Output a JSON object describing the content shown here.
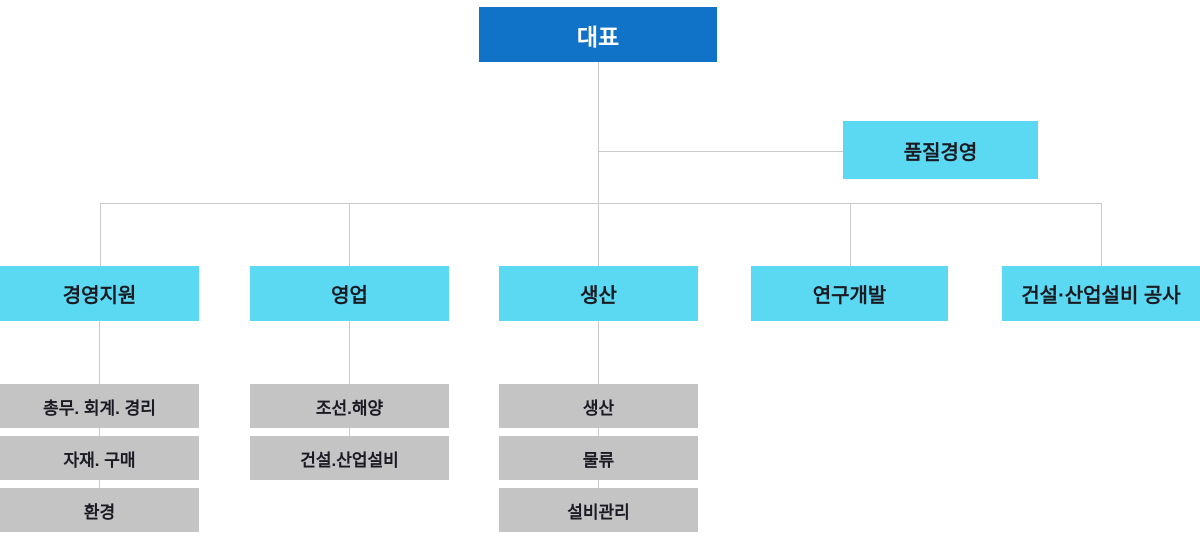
{
  "org_chart": {
    "type": "org-chart",
    "root": {
      "label": "대표"
    },
    "staff": {
      "label": "품질경영"
    },
    "departments": [
      {
        "label": "경영지원",
        "children": [
          "총무. 회계. 경리",
          "자재. 구매",
          "환경"
        ]
      },
      {
        "label": "영업",
        "children": [
          "조선.해양",
          "건설.산업설비"
        ]
      },
      {
        "label": "생산",
        "children": [
          "생산",
          "물류",
          "설비관리"
        ]
      },
      {
        "label": "연구개발",
        "children": []
      },
      {
        "label": "건설·산업설비 공사",
        "children": []
      }
    ],
    "colors": {
      "root_bg": "#1173C8",
      "dept_bg": "#5CD9F2",
      "sub_bg": "#C4C4C4",
      "connector": "#CACACA",
      "root_text": "#FFFFFF",
      "node_text": "#1A1A22",
      "background": "#FFFFFF"
    }
  }
}
